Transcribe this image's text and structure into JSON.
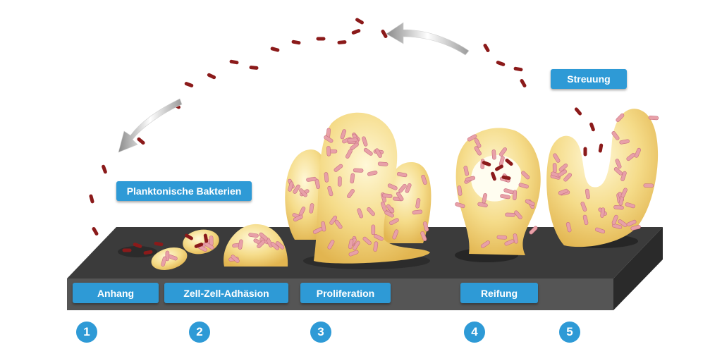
{
  "labels": {
    "plankton": "Planktonische Bakterien",
    "dispersal": "Streuung",
    "attachment": "Anhang",
    "cell_adhesion": "Zell-Zell-Adhäsion",
    "proliferation": "Proliferation",
    "maturation": "Reifung"
  },
  "steps": [
    "1",
    "2",
    "3",
    "4",
    "5"
  ],
  "colors": {
    "label_bg": "#2e9ad6",
    "surface_top": "#3a3a3a",
    "surface_front": "#545454",
    "biofilm": "#f5dc8a",
    "bacteria_in_film": "#e8a0a8",
    "bacteria_free": "#8b1a1a"
  }
}
